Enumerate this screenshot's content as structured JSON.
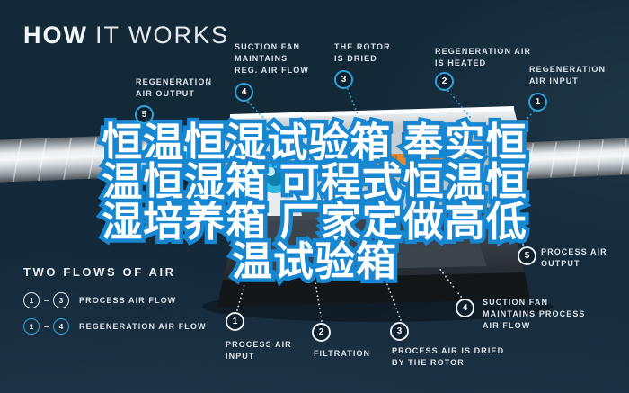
{
  "title": {
    "bold": "HOW",
    "light": "IT WORKS"
  },
  "headline": {
    "lines": [
      "恒温恒湿试验箱 奉实恒",
      "温恒湿箱 可程式恒温恒",
      "湿培养箱 厂家定做高低",
      "温试验箱"
    ],
    "fill_color": "#FFFFFF",
    "stroke_color": "#1787D2"
  },
  "top_callouts": [
    {
      "number": "5",
      "label": "REGENERATION\nAIR OUTPUT"
    },
    {
      "number": "4",
      "label": "SUCTION FAN\nMAINTAINS\nREG. AIR FLOW"
    },
    {
      "number": "3",
      "label": "THE ROTOR\nIS DRIED"
    },
    {
      "number": "2",
      "label": "REGENERATION AIR\nIS HEATED"
    },
    {
      "number": "1",
      "label": "REGENERATION\nAIR INPUT"
    }
  ],
  "bottom_callouts": [
    {
      "number": "1",
      "label": "PROCESS AIR\nINPUT"
    },
    {
      "number": "2",
      "label": "FILTRATION"
    },
    {
      "number": "3",
      "label": "PROCESS AIR IS DRIED\nBY THE ROTOR"
    },
    {
      "number": "4",
      "label": "SUCTION FAN\nMAINTAINS PROCESS\nAIR FLOW"
    },
    {
      "number": "5",
      "label": "PROCESS AIR\nOUTPUT"
    }
  ],
  "legend": {
    "title": "TWO FLOWS OF AIR",
    "separator": "–",
    "rows": [
      {
        "from": "1",
        "to": "3",
        "label": "PROCESS AIR FLOW",
        "style": "white"
      },
      {
        "from": "1",
        "to": "4",
        "label": "REGENERATION AIR FLOW",
        "style": "blue"
      }
    ]
  },
  "colors": {
    "background": "#14293A",
    "accent_blue": "#2FA3DC",
    "label_text": "#DDE4E9",
    "heater_orange": "#E18A36",
    "fan_teal": "#2FB4DC",
    "duct_silver": "#E9ECEE"
  }
}
